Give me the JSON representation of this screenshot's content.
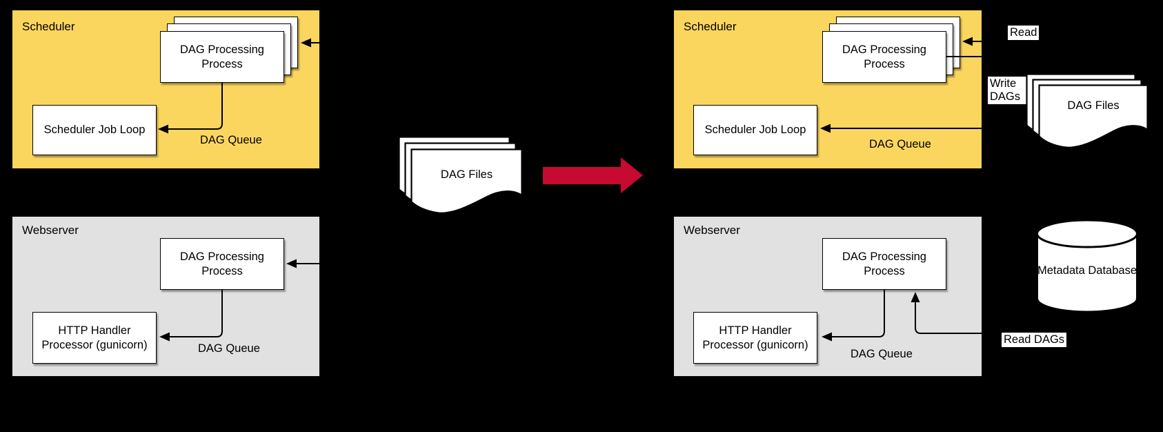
{
  "colors": {
    "background": "#000000",
    "scheduler_fill": "#FBD65F",
    "webserver_fill": "#E1E1E1",
    "node_fill": "#FFFFFF",
    "stroke": "#000000",
    "flow_arrow_red": "#C60A31"
  },
  "panels": {
    "left_scheduler": {
      "title": "Scheduler",
      "process_label": "DAG Processing Process",
      "job_label": "Scheduler Job Loop",
      "queue_label": "DAG Queue"
    },
    "left_webserver": {
      "title": "Webserver",
      "process_label": "DAG Processing Process",
      "handler_label": "HTTP Handler Processor (gunicorn)",
      "queue_label": "DAG Queue"
    },
    "right_scheduler": {
      "title": "Scheduler",
      "process_label": "DAG Processing Process",
      "job_label": "Scheduler Job Loop",
      "queue_label": "DAG Queue"
    },
    "right_webserver": {
      "title": "Webserver",
      "process_label": "DAG Processing Process",
      "handler_label": "HTTP Handler Processor (gunicorn)",
      "queue_label": "DAG Queue"
    }
  },
  "center": {
    "dag_files_label": "DAG Files"
  },
  "right_side": {
    "read_label": "Read",
    "write_dags_label": "Write DAGs",
    "read_dags_label": "Read DAGs",
    "dag_files_label": "DAG Files",
    "database_label": "Metadata Database"
  }
}
